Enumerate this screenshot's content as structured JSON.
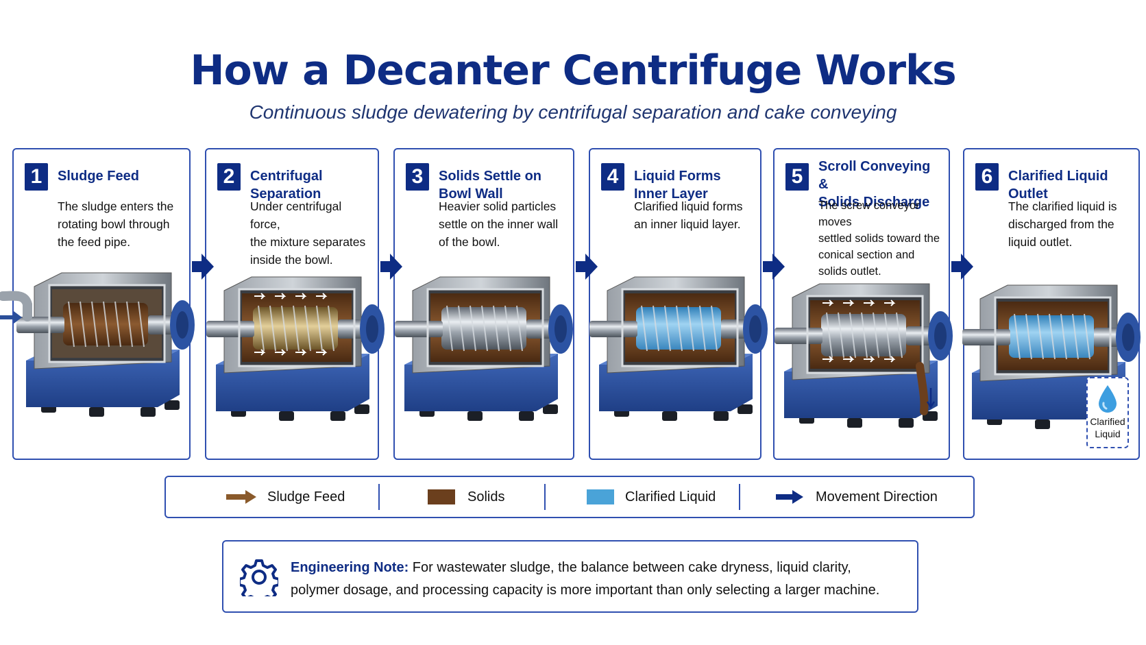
{
  "title": "How a Decanter Centrifuge Works",
  "subtitle": "Continuous sludge dewatering by centrifugal separation and cake conveying",
  "steps": [
    {
      "number": "1",
      "title": "Sludge Feed",
      "lines": [
        "The sludge enters the",
        "rotating bowl through",
        "the feed pipe."
      ]
    },
    {
      "number": "2",
      "title": "Centrifugal Separation",
      "lines": [
        "Under centrifugal force,",
        "the mixture separates",
        "inside the bowl."
      ]
    },
    {
      "number": "3",
      "title": "Solids Settle on Bowl Wall",
      "lines": [
        "Heavier solid particles",
        "settle on the inner wall",
        "of the bowl."
      ]
    },
    {
      "number": "4",
      "title": "Liquid Forms Inner Layer",
      "lines": [
        "Clarified liquid forms",
        "an inner liquid layer."
      ]
    },
    {
      "number": "5",
      "title_lines": [
        "Scroll Conveying &",
        "Solids Discharge"
      ],
      "lines": [
        "The screw conveyor moves",
        "settled solids toward the",
        "conical section and",
        "solids outlet."
      ]
    },
    {
      "number": "6",
      "title": "Clarified Liquid Outlet",
      "lines": [
        "The clarified liquid is",
        "discharged from the",
        "liquid outlet."
      ]
    }
  ],
  "clarified_badge": [
    "Clarified",
    "Liquid"
  ],
  "legend": {
    "items": [
      {
        "label": "Sludge Feed",
        "icon": "brown-arrow-icon"
      },
      {
        "label": "Solids",
        "icon": "brown-swatch-icon"
      },
      {
        "label": "Clarified Liquid",
        "icon": "blue-swatch-icon"
      },
      {
        "label": "Movement Direction",
        "icon": "navy-arrow-icon"
      }
    ]
  },
  "note": {
    "label": "Engineering Note:",
    "text_line1": " For wastewater sludge, the balance between cake dryness, liquid clarity,",
    "text_line2": "polymer dosage, and processing capacity is more important than only selecting a larger machine.",
    "icon": "gear-icon"
  },
  "colors": {
    "navy": "#0e2c84",
    "border": "#2f4fb0",
    "sludge": "#8a5a2b",
    "solids": "#6b3f1d",
    "liquid": "#4aa3d8",
    "base": "#2b4f9a"
  }
}
